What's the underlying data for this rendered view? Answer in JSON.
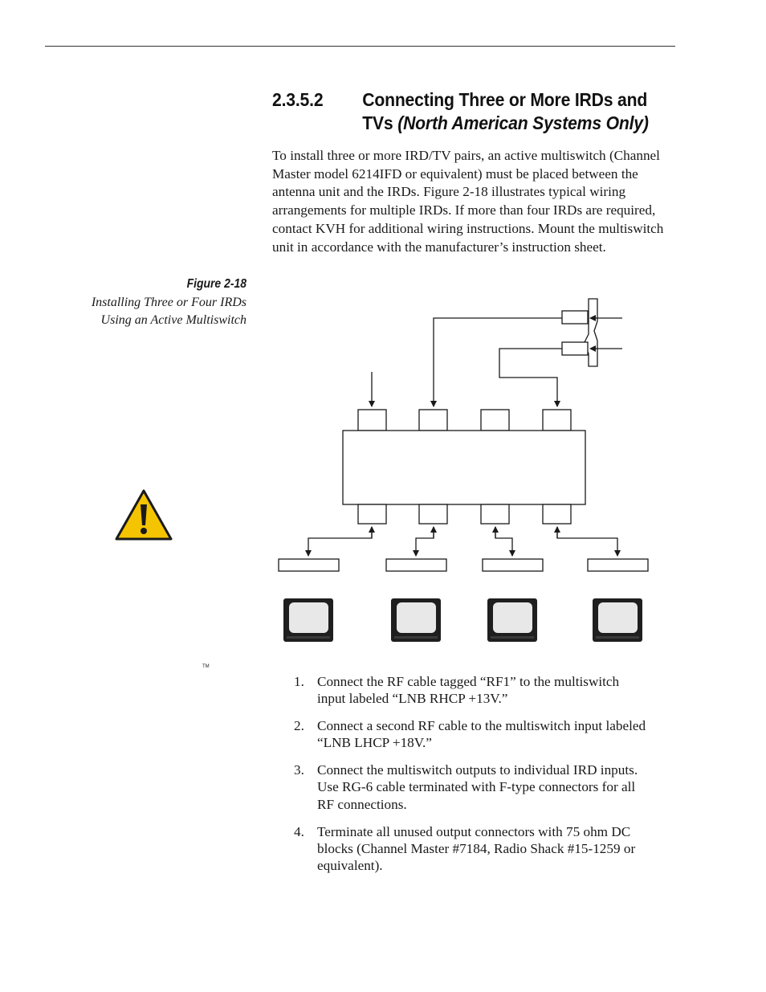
{
  "section": {
    "number": "2.3.5.2",
    "title_plain": "Connecting Three or More IRDs and TVs",
    "title_italic": "(North American Systems Only)"
  },
  "intro_paragraph": "To install three or more IRD/TV pairs, an active multiswitch (Channel Master model 6214IFD or equivalent) must be placed between the antenna unit and the IRDs. Figure 2-18 illustrates typical wiring arrangements for multiple IRDs. If more than four IRDs are required, contact KVH for additional wiring instructions. Mount the multiswitch unit in accordance with the manufacturer’s instruction sheet.",
  "figure": {
    "label": "Figure 2-18",
    "caption_line1": "Installing Three or Four IRDs",
    "caption_line2": "Using an Active Multiswitch"
  },
  "trademark": "TM",
  "warning_icon": "caution-triangle-icon",
  "steps": [
    {
      "number": "1.",
      "text": "Connect the RF cable tagged “RF1” to the multiswitch input labeled “LNB RHCP +13V.”"
    },
    {
      "number": "2.",
      "text": "Connect a second RF cable to the multiswitch input labeled “LNB LHCP +18V.”"
    },
    {
      "number": "3.",
      "text": "Connect the multiswitch outputs to individual IRD inputs. Use RG-6 cable terminated with F-type connectors for all RF connections."
    },
    {
      "number": "4.",
      "text": "Terminate all unused output connectors with 75 ohm DC blocks (Channel Master #7184, Radio Shack #15-1259 or equivalent)."
    }
  ],
  "colors": {
    "caution_yellow": "#f5c400",
    "ink": "#1a1a1a"
  }
}
